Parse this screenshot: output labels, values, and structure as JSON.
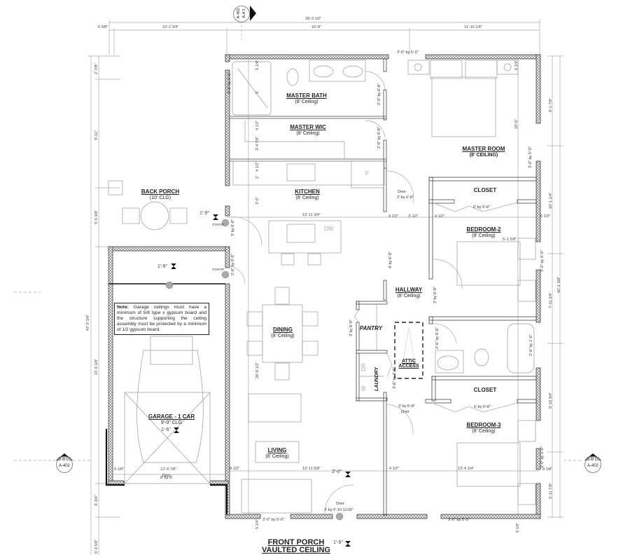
{
  "drawing": {
    "type": "floor-plan",
    "colors": {
      "wall": "#555555",
      "wall_hatch": "#888888",
      "line": "#999999",
      "text": "#222222",
      "background": "#ffffff"
    }
  },
  "section_marks": {
    "top": {
      "ref": "A-402",
      "id": "A-A'1"
    },
    "left": {
      "id": "B-B'10",
      "ref": "A-402"
    },
    "right": {
      "id": "B-B'10",
      "ref": "A-402"
    }
  },
  "dimensions": {
    "overall_width": "39'-3 1/2\"",
    "top_left_offset": "6 5/8\"",
    "top_left_segment": "10'-2 3/4\"",
    "top_mid_segment": "16'-8\"",
    "top_right_segment": "11'-10 1/8\"",
    "left_top": "2'-7/8\"",
    "left_upper": "9'-11\"",
    "left_porch": "5'-5 3/8\"",
    "left_overall": "47'-9 3/4\"",
    "left_garage": "21'-6 1/8\"",
    "left_bottom": "3'-3/4\"",
    "left_base": "5'-4 5/8\"",
    "right_top": "8'-1 7/8\"",
    "right_closet": "10'-1 1/4\"",
    "right_overall": "42'-1 3/8\"",
    "right_bath": "7'-11 3/4\"",
    "right_bed3": "9'-10 3/4\"",
    "right_bottom": "5'-11 7/8\"",
    "kitchen_width": "13'-11 3/4\"",
    "living_width": "13'-11 5/8\"",
    "bedroom3_width": "13'-4 1/4\"",
    "hall_a": "4 1/2\"",
    "hall_b": "3'-10\"",
    "hall_c": "4 1/2\"",
    "closet_bed2": "5'-1 5/8\"",
    "dining_depth": "26'-8 1/2\"",
    "garage_width": "12'-4 7/8\"",
    "garage_left": "9 1/8\"",
    "master_bath_ht": "10'-6\"",
    "wic_a": "4 1/2\"",
    "wic_b": "3'-4 7/8\"",
    "kitchen_a": "4 1/2\"",
    "kitchen_b": "2'",
    "kitchen_c": "3'-6\"",
    "bath_shower": "5'",
    "shower_top": "5 1/4\"",
    "master_corner": "5 1/4\"",
    "front_5_1_4": "5 1/4\"",
    "right_6_1_2": "6 1/2\"",
    "right_9_1_8": "9 1/8\"",
    "bottom_9_1_8": "9 1/8\""
  },
  "rooms": [
    {
      "id": "master-bath",
      "name": "MASTER BATH",
      "ceiling": "(8' Ceiling)"
    },
    {
      "id": "master-wic",
      "name": "MASTER WIC",
      "ceiling": "(8' Ceiling)"
    },
    {
      "id": "master-room",
      "name": "MASTER ROOM",
      "ceiling": "(8' CEILING)"
    },
    {
      "id": "kitchen",
      "name": "KITCHEN",
      "ceiling": "(8' Ceiling)"
    },
    {
      "id": "back-porch",
      "name": "BACK PORCH",
      "ceiling": "(10' CLG)"
    },
    {
      "id": "closet-2",
      "name": "CLOSET",
      "ceiling": ""
    },
    {
      "id": "bedroom-2",
      "name": "BEDROOM-2",
      "ceiling": "(8' Ceiling)"
    },
    {
      "id": "hallway",
      "name": "HALLWAY",
      "ceiling": "(8' Ceiling)"
    },
    {
      "id": "dining",
      "name": "DINING",
      "ceiling": "(8' Ceiling)"
    },
    {
      "id": "pantry",
      "name": "PANTRY",
      "ceiling": ""
    },
    {
      "id": "laundry",
      "name": "LAUNDRY",
      "ceiling": ""
    },
    {
      "id": "attic",
      "name": "ATTIC ACCESS",
      "ceiling": ""
    },
    {
      "id": "closet-3",
      "name": "CLOSET",
      "ceiling": ""
    },
    {
      "id": "bedroom-3",
      "name": "BEDROOM-3",
      "ceiling": "(8' Ceiling)"
    },
    {
      "id": "garage",
      "name": "GARAGE - 1 CAR",
      "ceiling": "9'-0\" CLG"
    },
    {
      "id": "living",
      "name": "LIVING",
      "ceiling": "(8' Ceiling)"
    }
  ],
  "front_porch": {
    "line1": "FRONT PORCH",
    "line2": "VAULTED CEILING"
  },
  "openings": {
    "window_master_bath_top": "3'-0\" by 5'-0\"",
    "window_master_right": "3'-0\" by 5'-0\"",
    "window_bath_side": "2'-6\" by 1'-6\"",
    "door_master_bath": "2'-6\" by 6'-8\"",
    "door_master_wic": "2'-6\" by 6'-8\"",
    "door_master_room": "3' by 6'-8\"",
    "door_back_porch": "3' by 6'-8\"",
    "door_garage": "2'-6\" by 6'-8\"",
    "door_hall_kitchen": "4' by 6'-8\"",
    "door_bedroom2": "3' by 6'-8\"",
    "closet_door_2": "6' by 6'-8\"",
    "window_bedroom2": "3'-0\" by 5'-0\"",
    "door_pantry": "3' by 6'-8\"",
    "door_laundry": "3'-6\" by 6'-8\"",
    "door_bath2": "2'-6\" by 6'-8\"",
    "window_bath2": "2'-6\" by 1'-6\"",
    "closet_door_3": "6' by 6'-8\"",
    "door_bedroom3": "3' by 6'-8\"",
    "window_bedroom3": "3'-0\" by 5'-0\"",
    "window_bedroom3_bottom": "3'-0\" by 5'-0\"",
    "window_living": "3'-0\" by 5'-0\"",
    "front_door": "3' by 6'-10 11/16\"",
    "garage_door": "8' by 8'",
    "door_word": "Door"
  },
  "fixtures": {
    "dishwasher": "DW",
    "fridge": "F",
    "dryer": "DR",
    "washer": "W"
  },
  "fans": {
    "back_porch": "1'-9\"",
    "garage_top": "1'-9\"",
    "garage": "1'-6\"",
    "living": "2'-0\"",
    "front_porch": "1'-9\"",
    "drop": "3\"DROP"
  },
  "note": {
    "label": "Note:",
    "text": "Garage ceilings must have a minimum of 5/8 type x gypsum board and the structure supporting the ceiling assembly must be protected by a minimum of 1/2 gypsum board."
  }
}
